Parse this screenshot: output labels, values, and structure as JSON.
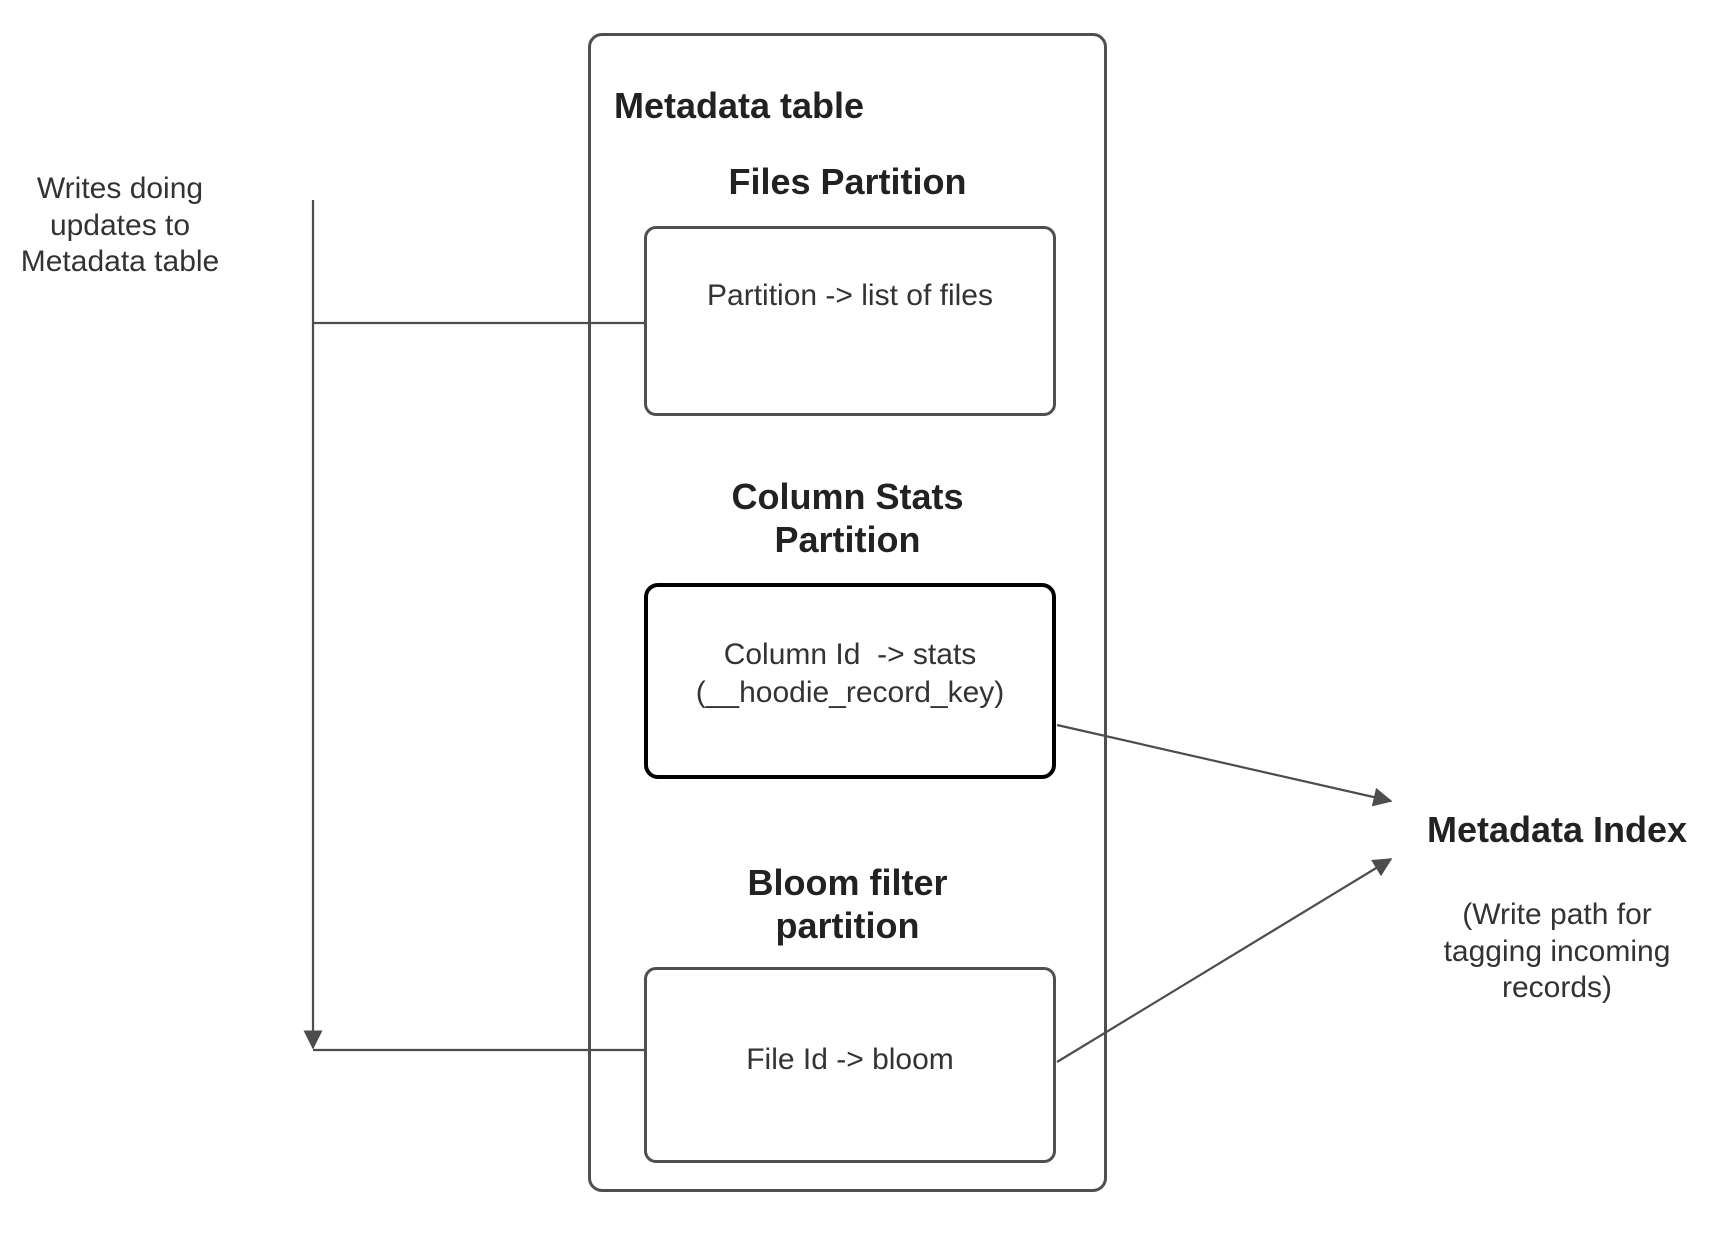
{
  "left_note": "Writes doing\nupdates to\nMetadata table",
  "metadata_table": {
    "title": "Metadata table",
    "files_partition": {
      "heading": "Files Partition",
      "body": "Partition -> list of files"
    },
    "column_stats_partition": {
      "heading": "Column Stats\nPartition",
      "body": "Column Id  -> stats\n(__hoodie_record_key)"
    },
    "bloom_partition": {
      "heading": "Bloom filter\npartition",
      "body": "File Id -> bloom"
    }
  },
  "metadata_index": {
    "title": "Metadata Index",
    "subtitle": "(Write path for\ntagging incoming\nrecords)"
  },
  "colors": {
    "background": "#ffffff",
    "connector_line": "#4d4d4d",
    "box_border": "#4f4f4f",
    "emphasis_box_border": "#000000",
    "heading_text": "#222222",
    "body_text": "#333333"
  }
}
